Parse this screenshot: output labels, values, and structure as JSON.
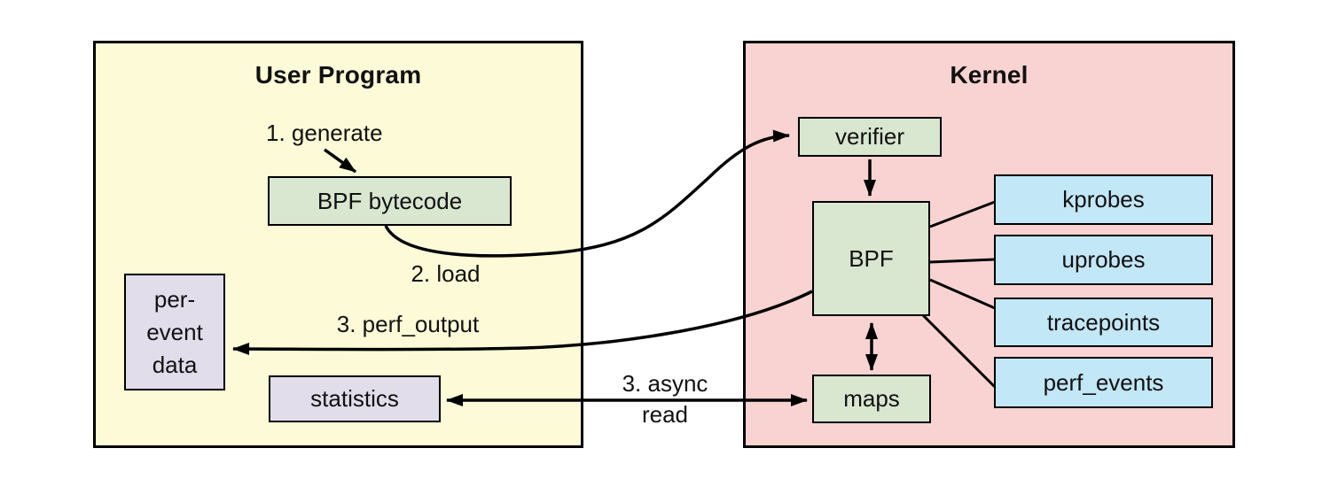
{
  "user_program": {
    "title": "User Program",
    "bytecode_label": "BPF bytecode",
    "per_event_lines": [
      "per-",
      "event",
      "data"
    ],
    "statistics_label": "statistics"
  },
  "kernel": {
    "title": "Kernel",
    "verifier_label": "verifier",
    "bpf_label": "BPF",
    "maps_label": "maps",
    "event_sources": [
      "kprobes",
      "uprobes",
      "tracepoints",
      "perf_events"
    ]
  },
  "flow_labels": {
    "generate": "1. generate",
    "load": "2. load",
    "perf_output": "3. perf_output",
    "async_read": [
      "3. async",
      "read"
    ]
  },
  "colors": {
    "canvas_bg": "#FFFFFF",
    "user_program_bg": "#FCFAD7",
    "kernel_bg": "#F8D3D2",
    "process_box_bg": "#D9E6D0",
    "event_source_bg": "#C2E7F7",
    "output_box_bg": "#E1DDEB",
    "line": "#000000"
  }
}
